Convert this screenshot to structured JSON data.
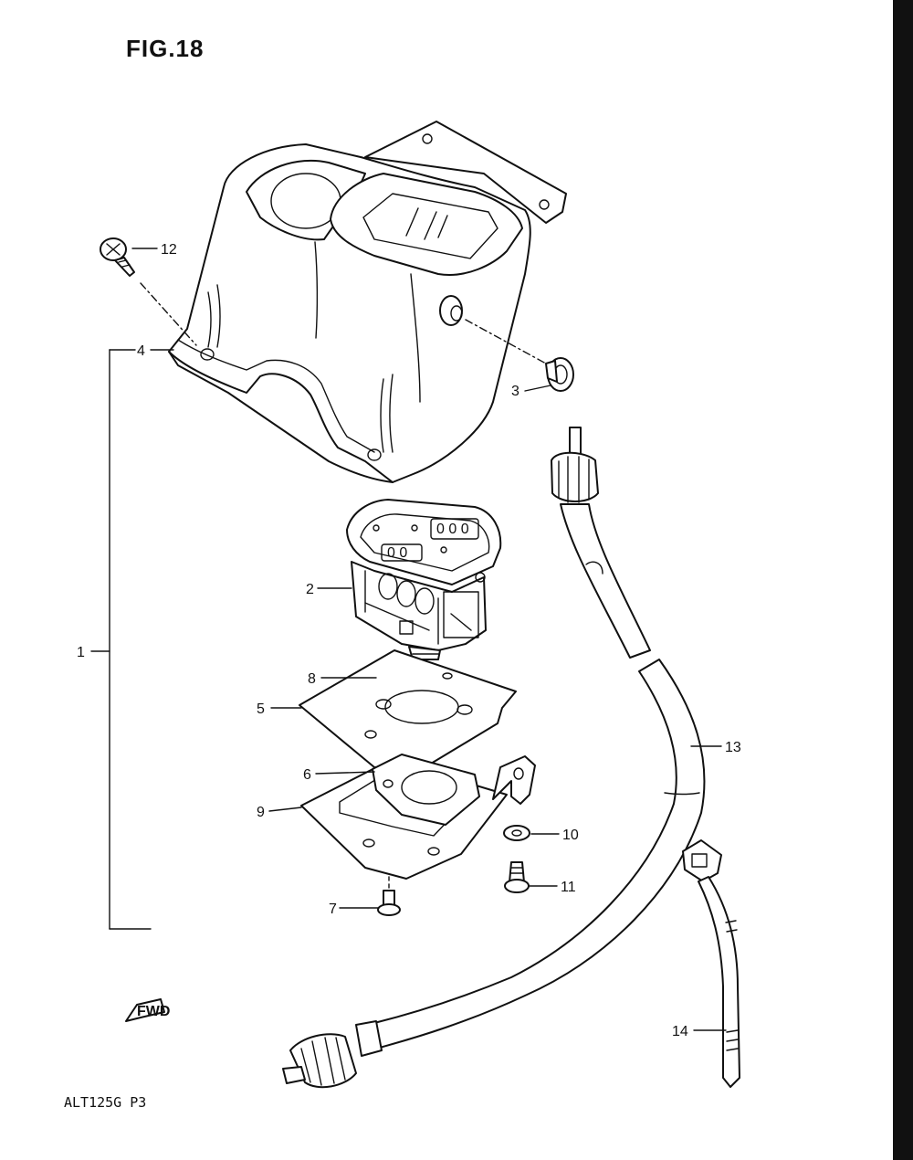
{
  "title": "FIG.18",
  "code": "ALT125G P3",
  "fwd_label": "FWD",
  "callouts": {
    "c1": "1",
    "c2": "2",
    "c3": "3",
    "c4": "4",
    "c5": "5",
    "c6": "6",
    "c7": "7",
    "c8": "8",
    "c9": "9",
    "c10": "10",
    "c11": "11",
    "c12": "12",
    "c13": "13",
    "c14": "14"
  }
}
